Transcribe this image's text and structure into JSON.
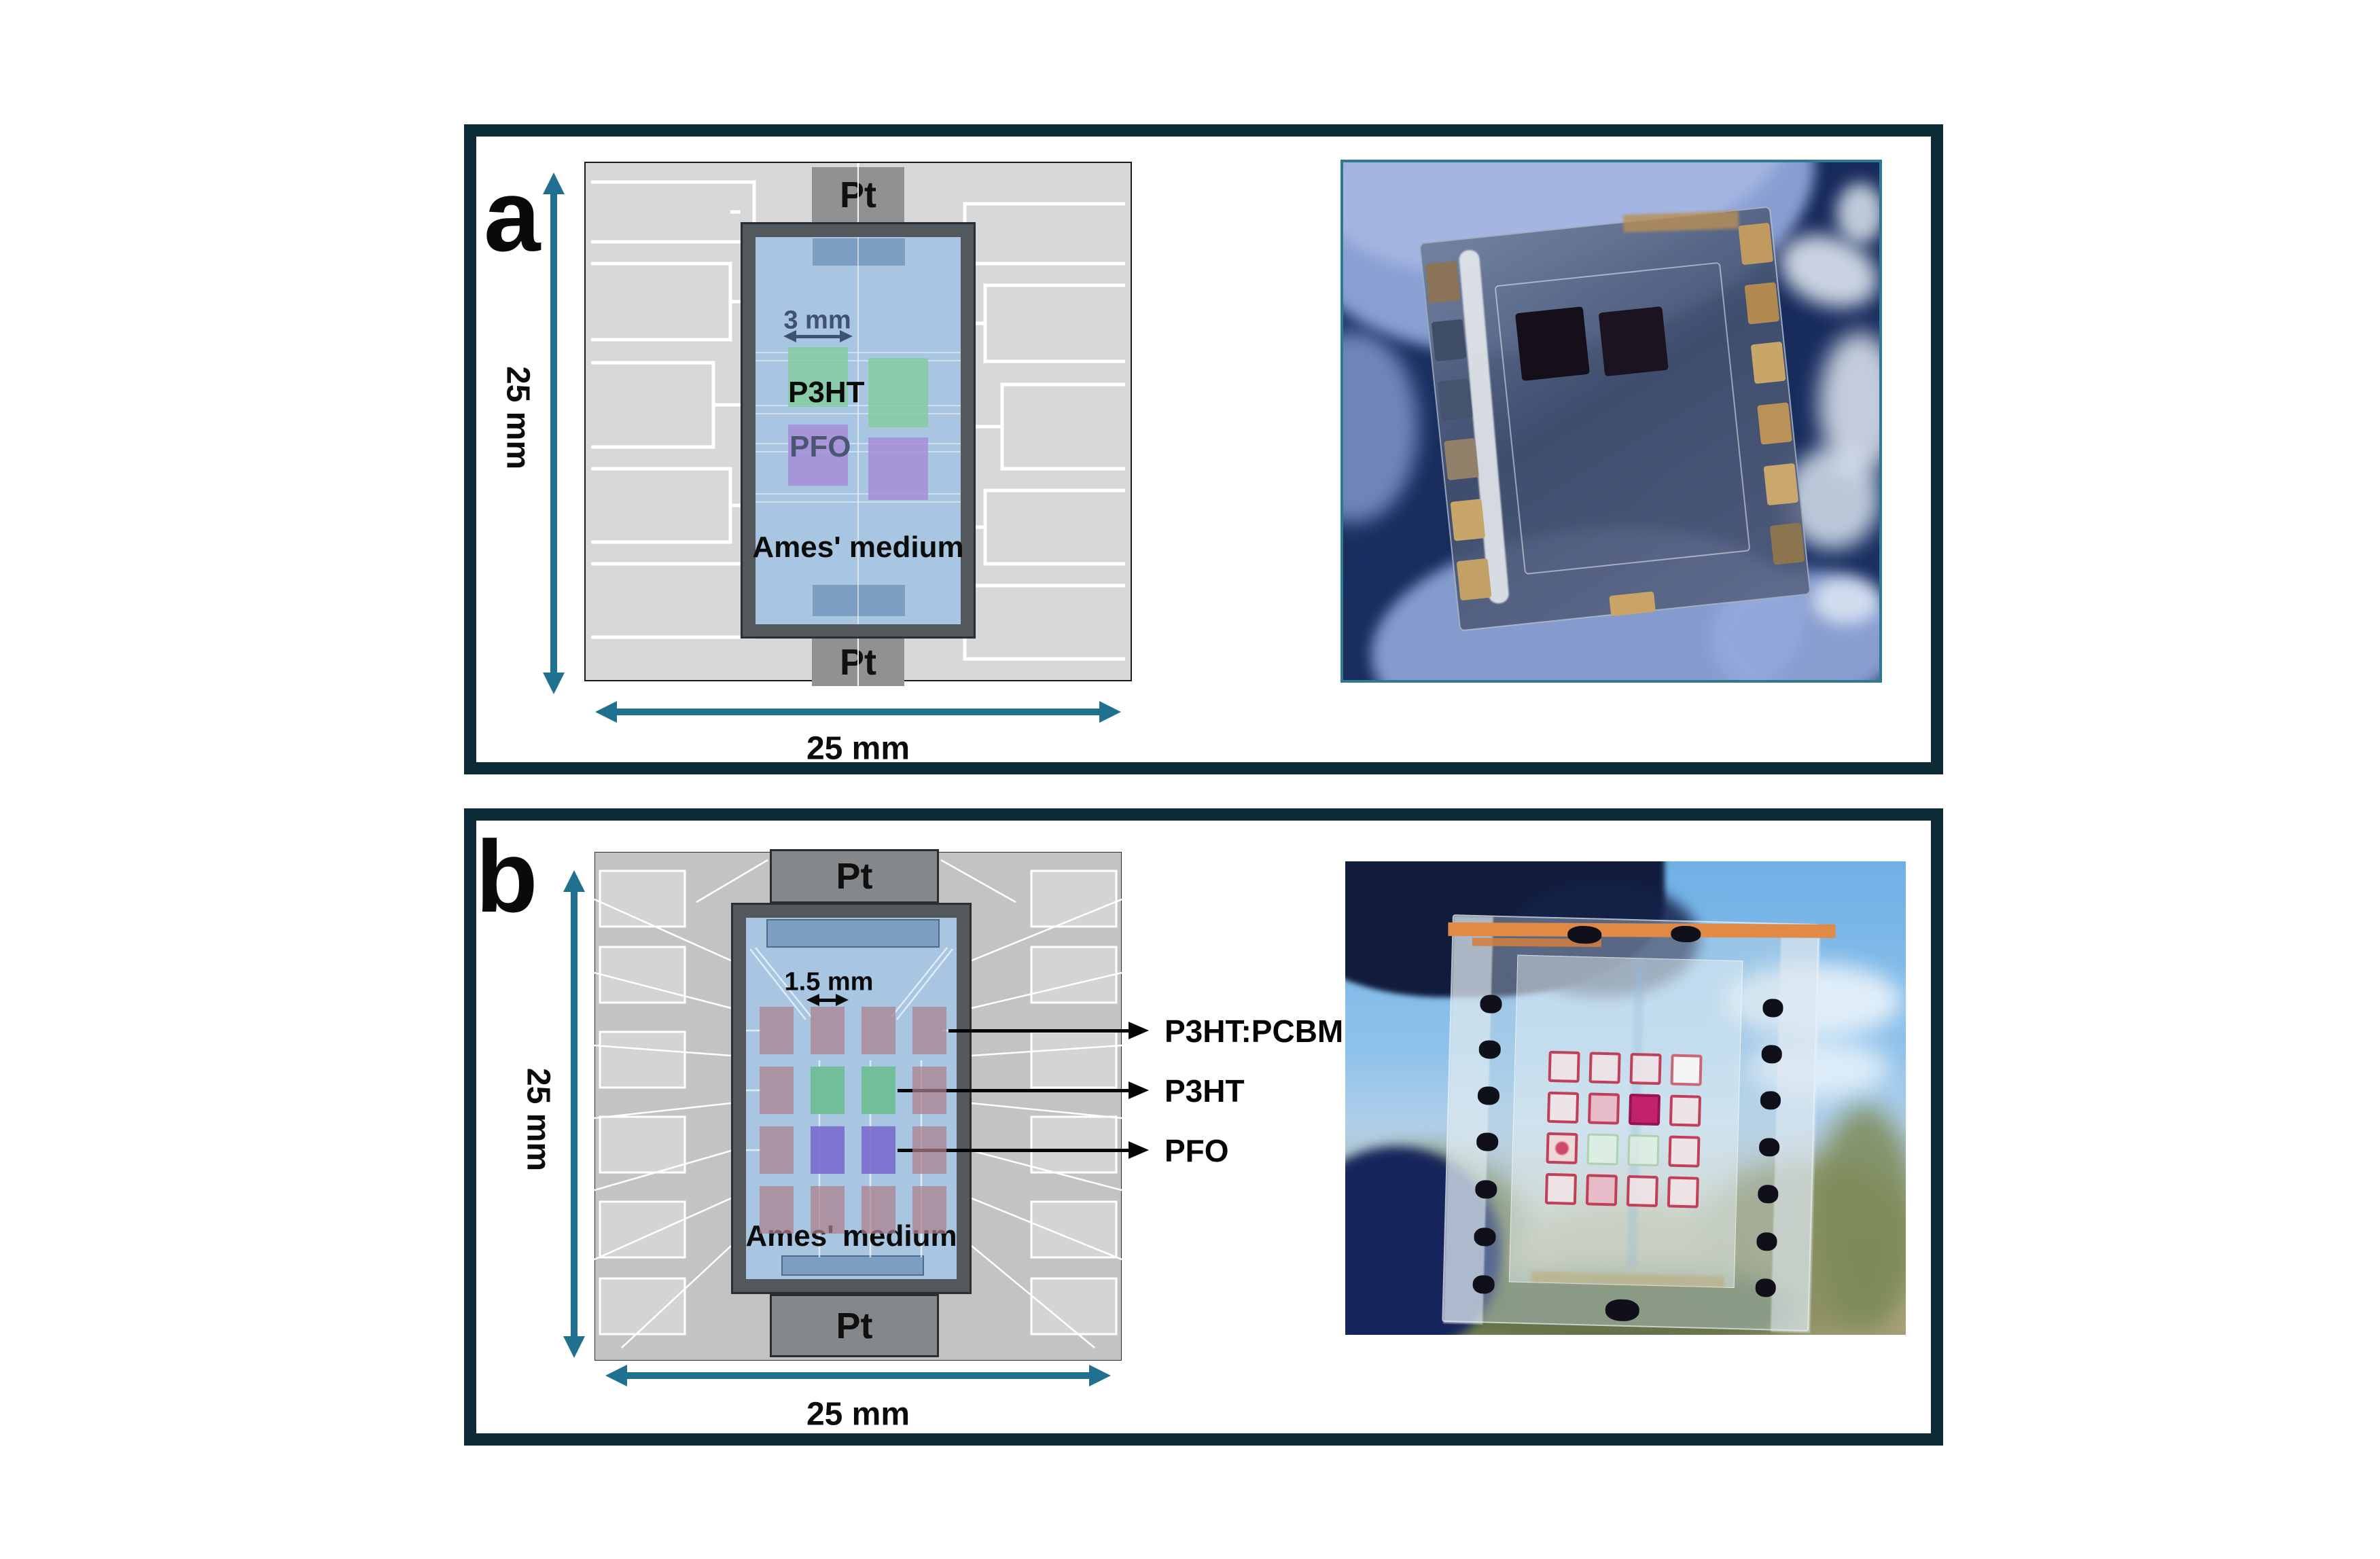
{
  "figure": {
    "panel_a": {
      "label": "a",
      "dim_vertical": "25 mm",
      "dim_horizontal": "25 mm",
      "electrode_top": "Pt",
      "electrode_bottom": "Pt",
      "scale_note": "3 mm",
      "material_green": "P3HT",
      "material_purple": "PFO",
      "medium": "Ames' medium"
    },
    "panel_b": {
      "label": "b",
      "dim_vertical": "25 mm",
      "dim_horizontal": "25 mm",
      "electrode_top": "Pt",
      "electrode_bottom": "Pt",
      "scale_note": "1.5 mm",
      "annotations": [
        "P3HT:PCBM",
        "P3HT",
        "PFO"
      ],
      "medium": "Ames' medium",
      "grid_materials": [
        [
          "pink",
          "pink",
          "pink",
          "pink"
        ],
        [
          "pink",
          "green",
          "green",
          "pink"
        ],
        [
          "pink",
          "purple",
          "purple",
          "pink"
        ],
        [
          "pink",
          "pink",
          "pink",
          "pink"
        ]
      ],
      "photo_grid": [
        [
          "ring",
          "ring",
          "ring",
          "ring-light"
        ],
        [
          "ring",
          "ring-fill",
          "magenta",
          "ring"
        ],
        [
          "ring-dot",
          "green",
          "green",
          "ring"
        ],
        [
          "ring",
          "ring-fill",
          "ring",
          "ring"
        ]
      ]
    },
    "colors": {
      "frame_navy": "#0d2a37",
      "arrow_teal": "#20708f",
      "chamber_blue": "#a8c5e1",
      "chamber_wall": "#53585c",
      "pt_gray": "#8f9193",
      "p3ht_green": "#8fcbaa",
      "pfo_purple": "#b39fdb",
      "pcbm_pink": "#ac8a98",
      "scale_slate": "#3f5273",
      "photo_magenta": "#c2216e",
      "photo_ring_red": "#c23f59",
      "tape_orange": "#e18a45"
    }
  }
}
